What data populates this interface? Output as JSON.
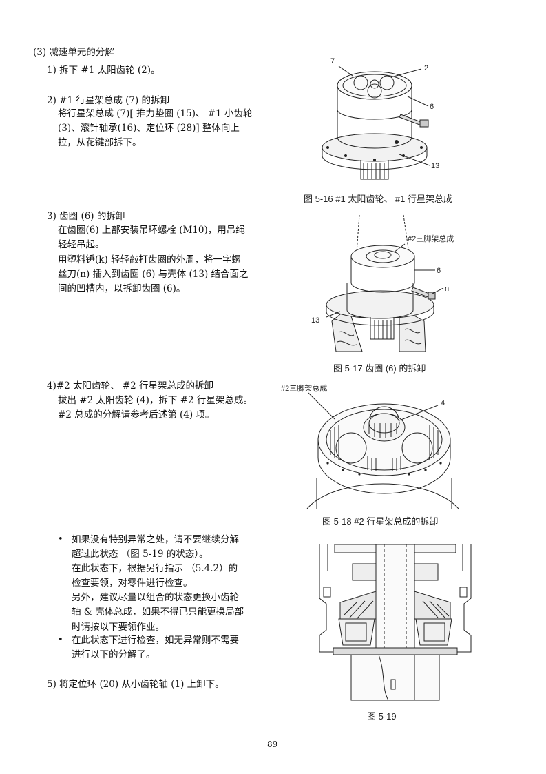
{
  "section": {
    "heading": "(3) 减速单元的分解",
    "step1": "1) 拆下 #1 太阳齿轮 (2)。",
    "step2": {
      "title": "2) #1 行星架总成 (7) 的拆卸",
      "lines": [
        "将行星架总成 (7)[ 推力垫圈 (15)、 #1 小齿轮",
        "(3)、滚针轴承(16)、定位环 (28)] 整体向上",
        "拉，从花键部拆下。"
      ]
    },
    "step3": {
      "title": "3) 齿圈 (6) 的拆卸",
      "lines": [
        "在齿圈(6) 上部安装吊环螺栓 (M10)，用吊绳",
        "轻轻吊起。",
        "用塑料锤(k) 轻轻敲打齿圈的外周，将一字螺",
        "丝刀(n) 插入到齿圈 (6) 与壳体 (13) 结合面之",
        "间的凹槽内，以拆卸齿圈 (6)。"
      ]
    },
    "step4": {
      "title": "4)#2 太阳齿轮、 #2 行星架总成的拆卸",
      "lines": [
        "拔出 #2 太阳齿轮 (4)，拆下 #2 行星架总成。",
        "#2 总成的分解请参考后述第 (4) 项。"
      ]
    },
    "notes": [
      {
        "bullet": "•",
        "lines": [
          "如果没有特别异常之处，请不要继续分解",
          "超过此状态 （图 5-19 的状态）。",
          "在此状态下，根据另行指示 （5.4.2）的",
          "检查要领，对零件进行检查。",
          "另外，建议尽量以组合的状态更换小齿轮",
          "轴 & 壳体总成，如果不得已只能更换局部",
          "时请按以下要领作业。"
        ]
      },
      {
        "bullet": "•",
        "lines": [
          "在此状态下进行检查，如无异常则不需要",
          "进行以下的分解了。"
        ]
      }
    ],
    "step5": "5) 将定位环 (20) 从小齿轮轴 (1) 上卸下。"
  },
  "figures": {
    "f516": {
      "caption": "图 5-16 #1 太阳齿轮、 #1 行星架总成",
      "labels": [
        "7",
        "2",
        "6",
        "13"
      ]
    },
    "f517": {
      "caption": "图 5-17 齿圈 (6) 的拆卸",
      "labels": [
        "#2三脚架总成",
        "6",
        "n",
        "13"
      ]
    },
    "f518": {
      "caption": "图 5-18 #2 行星架总成的拆卸",
      "labels": [
        "#2三脚架总成",
        "4"
      ]
    },
    "f519": {
      "caption": "图 5-19"
    }
  },
  "page_number": "89"
}
